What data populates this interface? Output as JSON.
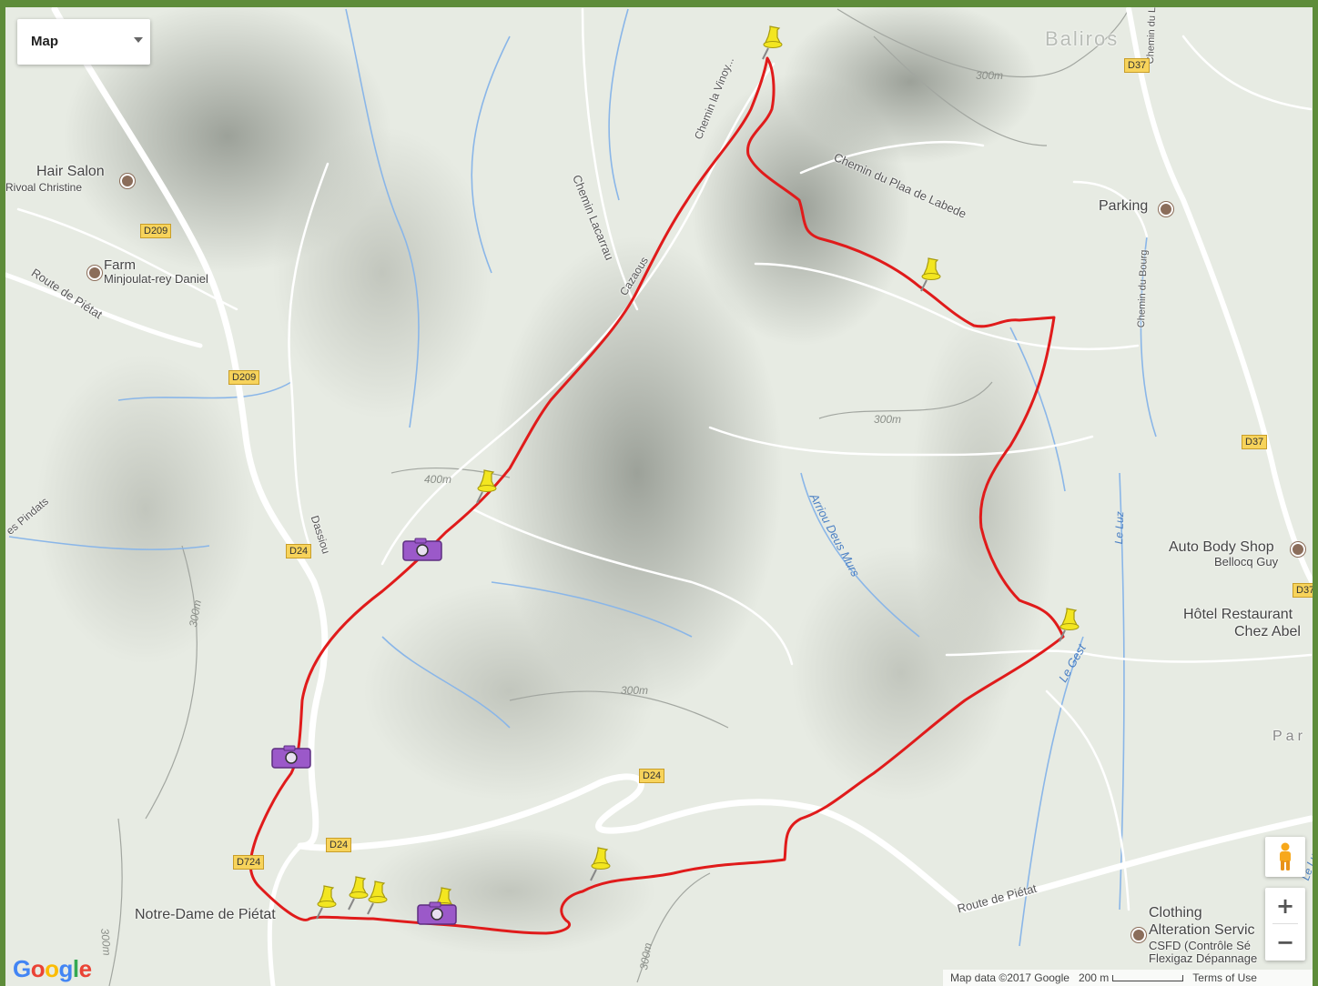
{
  "map_type": {
    "label": "Map"
  },
  "places": [
    {
      "id": "baliros",
      "text": "Baliros"
    },
    {
      "id": "hair",
      "text": "Hair Salon"
    },
    {
      "id": "hair2",
      "text": "Rivoal Christine"
    },
    {
      "id": "farm",
      "text": "Farm"
    },
    {
      "id": "farm2",
      "text": "Minjoulat-rey Daniel"
    },
    {
      "id": "parking",
      "text": "Parking"
    },
    {
      "id": "auto",
      "text": "Auto Body Shop"
    },
    {
      "id": "auto2",
      "text": "Bellocq Guy"
    },
    {
      "id": "hotel",
      "text": "Hôtel Restaurant"
    },
    {
      "id": "hotel2",
      "text": "Chez Abel"
    },
    {
      "id": "notre",
      "text": "Notre-Dame de Piétat"
    },
    {
      "id": "cloth",
      "text": "Clothing"
    },
    {
      "id": "cloth2",
      "text": "Alteration Servic"
    },
    {
      "id": "cloth3",
      "text": "CSFD (Contrôle Sé"
    },
    {
      "id": "cloth4",
      "text": "Flexigaz Dépannage"
    },
    {
      "id": "par",
      "text": "Par"
    }
  ],
  "roads": [
    {
      "id": "r1",
      "text": "Chemin du Plaa de Labede"
    },
    {
      "id": "r2",
      "text": "Chemin Lacarrau"
    },
    {
      "id": "r3",
      "text": "Chemin la Vinoy..."
    },
    {
      "id": "r4",
      "text": "Route de Piétat"
    },
    {
      "id": "r5",
      "text": "Route de Piétat"
    },
    {
      "id": "r6",
      "text": "Chemin du Bourg"
    },
    {
      "id": "r7",
      "text": "Chemin du Ligoulet"
    },
    {
      "id": "r8",
      "text": "Dassiou"
    },
    {
      "id": "r9",
      "text": "Cazaous"
    },
    {
      "id": "r10",
      "text": "es Pindats"
    }
  ],
  "waters": [
    {
      "id": "w1",
      "text": "Arriou Deus Murs"
    },
    {
      "id": "w2",
      "text": "Le Luz"
    },
    {
      "id": "w3",
      "text": "Le Gest"
    },
    {
      "id": "w4",
      "text": "Le Luz"
    }
  ],
  "contours": [
    {
      "id": "c1",
      "text": "300m"
    },
    {
      "id": "c2",
      "text": "300m"
    },
    {
      "id": "c3",
      "text": "400m"
    },
    {
      "id": "c4",
      "text": "300m"
    },
    {
      "id": "c5",
      "text": "300m"
    },
    {
      "id": "c6",
      "text": "300m"
    },
    {
      "id": "c7",
      "text": "300m"
    }
  ],
  "shields": [
    {
      "id": "s1",
      "text": "D209"
    },
    {
      "id": "s2",
      "text": "D209"
    },
    {
      "id": "s3",
      "text": "D24"
    },
    {
      "id": "s4",
      "text": "D24"
    },
    {
      "id": "s5",
      "text": "D24"
    },
    {
      "id": "s6",
      "text": "D724"
    },
    {
      "id": "s7",
      "text": "D37"
    },
    {
      "id": "s8",
      "text": "D37"
    },
    {
      "id": "s9",
      "text": "D37"
    }
  ],
  "attribution": {
    "map_data": "Map data ©2017 Google",
    "scale": "200 m",
    "terms": "Terms of Use"
  },
  "logo": "Google",
  "colors": {
    "track": "#e01b1b",
    "pin": "#f3e620",
    "camera": "#9b59c9",
    "shield": "#f7d35b",
    "water": "#8ab6e8",
    "road": "#ffffff"
  },
  "icons": [
    "pushpin-icon",
    "camera-icon",
    "pegman-icon",
    "zoom-in-icon",
    "zoom-out-icon",
    "poi-icon",
    "parking-icon"
  ]
}
